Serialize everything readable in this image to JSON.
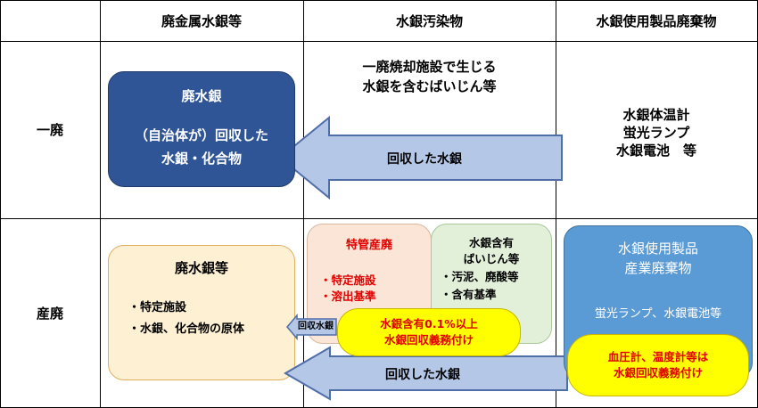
{
  "table": {
    "headers": [
      "廃金属水銀等",
      "水銀汚染物",
      "水銀使用製品廃棄物"
    ],
    "rows": [
      "一廃",
      "産廃"
    ]
  },
  "ippai": {
    "waste_mercury_box": {
      "title": "廃水銀",
      "line1": "（自治体が）回収した",
      "line2": "水銀・化合物"
    },
    "incinerator_text": {
      "line1": "一廃焼却施設で生じる",
      "line2": "水銀を含むばいじん等"
    },
    "arrow_label": "回収した水銀",
    "products_text": {
      "line1": "水銀体温計",
      "line2": "蛍光ランプ",
      "line3": "水銀電池　等"
    }
  },
  "sanpai": {
    "waste_mercury_box": {
      "title": "廃水銀等",
      "item1": "・特定施設",
      "item2": "・水銀、化合物の原体"
    },
    "tokkan_box": {
      "title": "特管産廃",
      "item1": "・特定施設",
      "item2": "・溶出基準"
    },
    "dust_box": {
      "line1": "水銀含有",
      "line2": "ばいじん等",
      "item1": "・汚泥、廃酸等",
      "item2": "・含有基準"
    },
    "content_pill": {
      "line1": "水銀含有0.1%以上",
      "line2": "水銀回収義務付け"
    },
    "small_arrow_label": "回収水銀",
    "products_box": {
      "line1": "水銀使用製品",
      "line2": "産業廃棄物",
      "line3": "蛍光ランプ、水銀電池等"
    },
    "products_pill": {
      "line1": "血圧計、温度計等は",
      "line2": "水銀回収義務付け"
    },
    "arrow_label": "回収した水銀"
  },
  "colors": {
    "dark_blue_box": "#2f5597",
    "arrow_fill": "#b4c7e7",
    "arrow_stroke": "#4f6ea8",
    "pink_box": "#fbe5d6",
    "green_box": "#e2f0d9",
    "light_blue_box": "#5b9bd5",
    "cream_box": "#fdf0d3",
    "pill_yellow": "#ffff00",
    "pill_text_red": "#e00000"
  }
}
